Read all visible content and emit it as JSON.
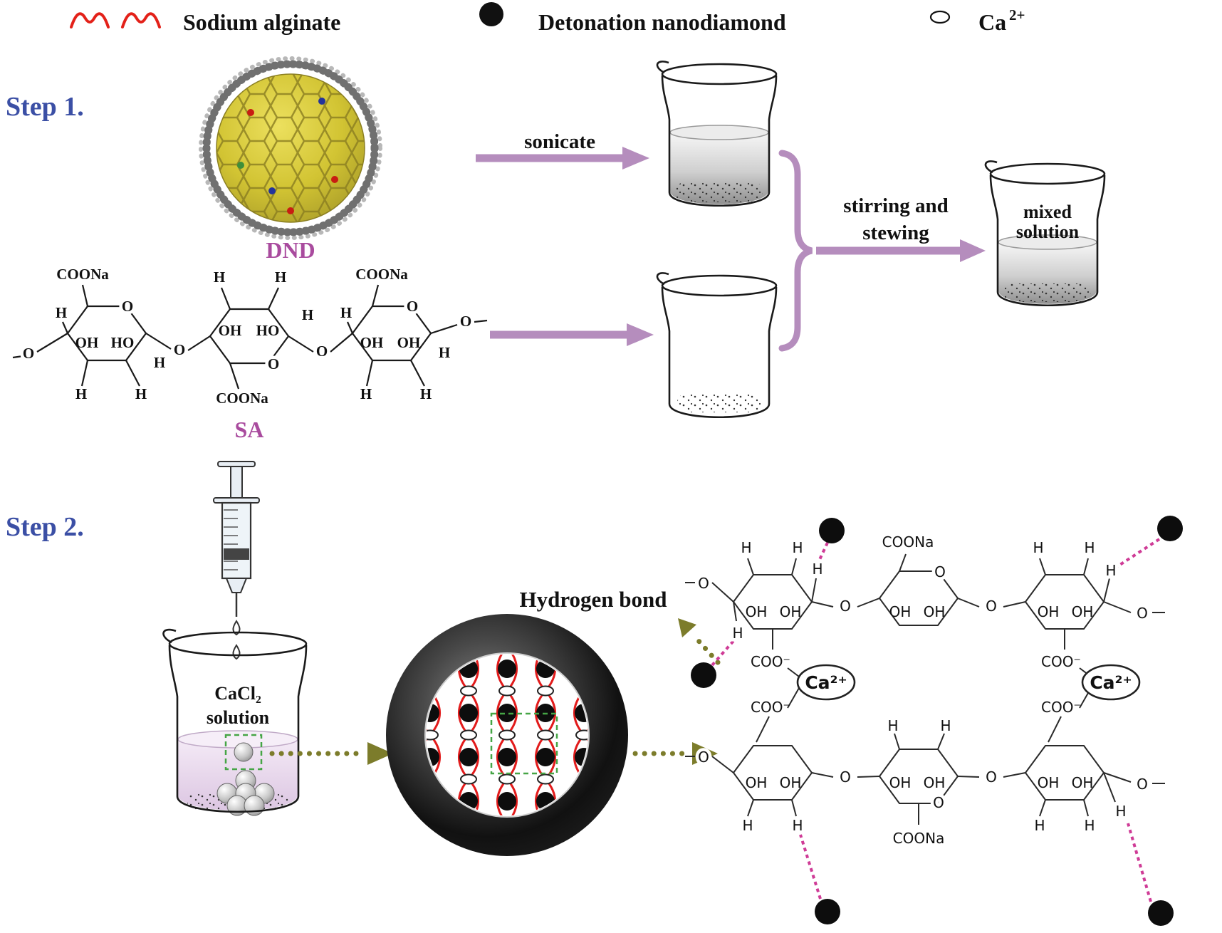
{
  "legend": {
    "sodium_alginate": "Sodium alginate",
    "detonation_nanodiamond": "Detonation nanodiamond",
    "ca_base": "Ca",
    "ca_sup": "2+"
  },
  "step1": {
    "title": "Step 1.",
    "dnd_caption": "DND",
    "sa_caption": "SA",
    "sonicate": "sonicate",
    "stirring_line1": "stirring and",
    "stirring_line2": "stewing",
    "mixed_line1": "mixed",
    "mixed_line2": "solution"
  },
  "step2": {
    "title": "Step 2.",
    "cacl2_line1": "CaCl₂",
    "cacl2_line2": "solution",
    "hydrogen_bond": "Hydrogen bond"
  },
  "sa": {
    "labels": [
      "COONa",
      "O",
      "H",
      "OH",
      "HO",
      "H",
      "H",
      "O",
      "H",
      "H",
      "OH",
      "HO",
      "O",
      "COONa",
      "O",
      "COONa",
      "O",
      "H",
      "OH",
      "OH",
      "H",
      "H",
      "O",
      "O",
      "H",
      "H",
      "H"
    ]
  },
  "eggbox": {
    "labels": [
      "H",
      "H",
      "OH",
      "OH",
      "H",
      "COONa",
      "O",
      "OH",
      "OH",
      "H",
      "H",
      "OH",
      "OH",
      "H",
      "O",
      "O",
      "O",
      "O",
      "H",
      "COO⁻",
      "COO⁻",
      "Ca²⁺",
      "Ca²⁺",
      "COO⁻",
      "COO⁻",
      "OH",
      "OH",
      "H",
      "H",
      "H",
      "H",
      "OH",
      "OH",
      "O",
      "COONa",
      "OH",
      "OH",
      "H",
      "H",
      "O",
      "O",
      "O",
      "O",
      "H"
    ]
  },
  "colors": {
    "step_title": "#3b4fa5",
    "caption": "#a94b9e",
    "arrow": "#b58dbd",
    "legend_wave": "#e32119",
    "dotted_arrow": "#7c7c2b",
    "mesh_red": "#e21b1b",
    "hbond_pink": "#cf3b96",
    "dashed_box_green": "#46a546"
  }
}
